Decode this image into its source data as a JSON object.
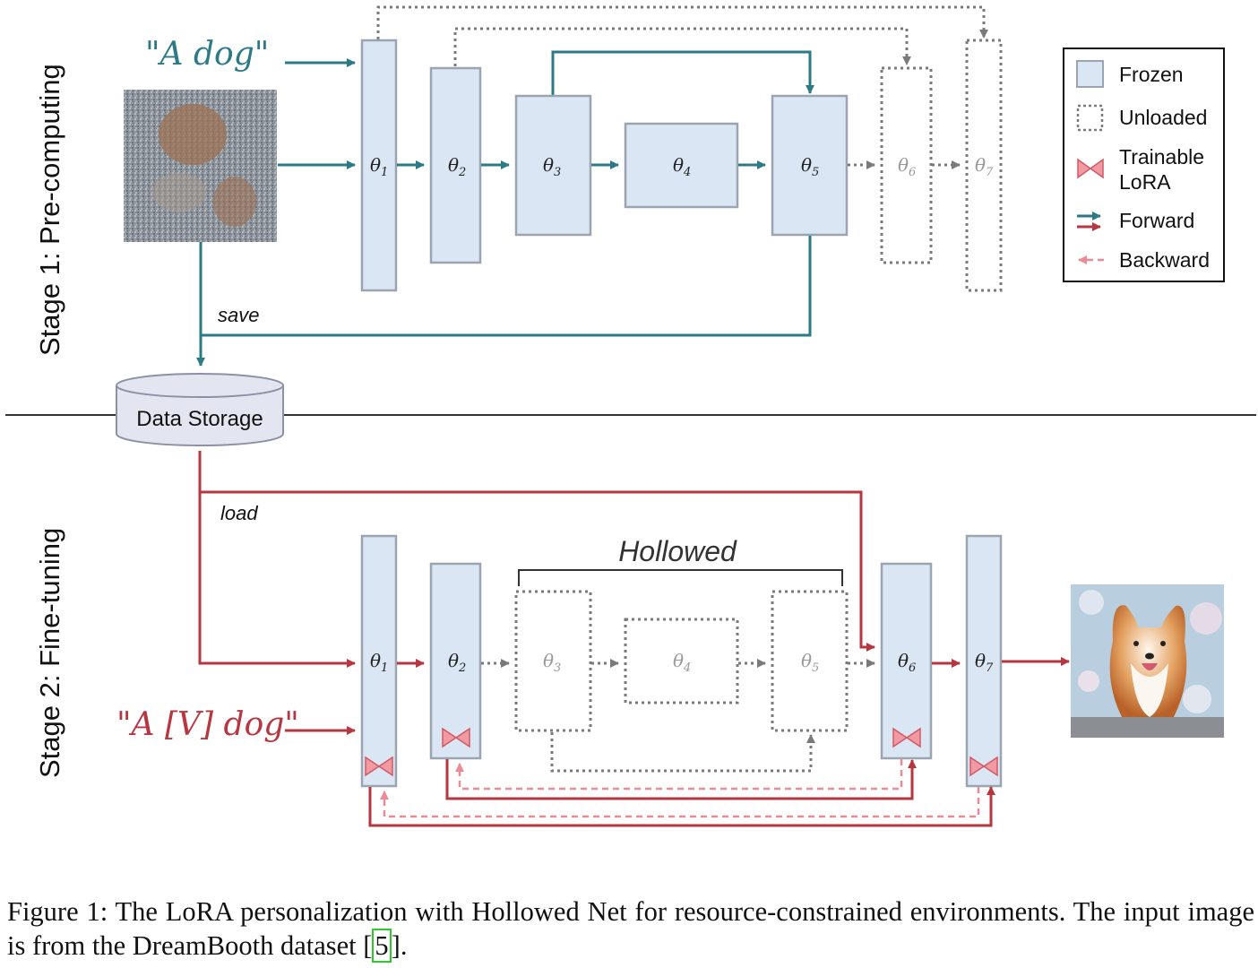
{
  "stage1": {
    "label": "Stage 1: Pre-computing",
    "prompt": "\"A dog\"",
    "save_label": "save",
    "blocks": [
      "θ1",
      "θ2",
      "θ3",
      "θ4",
      "θ5",
      "θ6",
      "θ7"
    ]
  },
  "storage": {
    "label": "Data Storage"
  },
  "stage2": {
    "label": "Stage 2: Fine-tuning",
    "prompt": "\"A [V] dog\"",
    "load_label": "load",
    "hollowed_label": "Hollowed"
  },
  "legend": {
    "frozen": "Frozen",
    "unloaded": "Unloaded",
    "trainable_1": "Trainable",
    "trainable_2": "LoRA",
    "forward": "Forward",
    "backward": "Backward"
  },
  "colors": {
    "frozen_fill": "#dae6f3",
    "frozen_stroke": "#9aa5b1",
    "forward_teal": "#2b7a86",
    "forward_red": "#b8363f",
    "backward_pink": "#ec8b95",
    "unloaded_dots": "#7a7a7a"
  },
  "caption": {
    "prefix": "Figure 1: The LoRA personalization with Hollowed Net for resource-constrained environments. The input image is from the DreamBooth dataset [",
    "ref": "5",
    "suffix": "]."
  }
}
